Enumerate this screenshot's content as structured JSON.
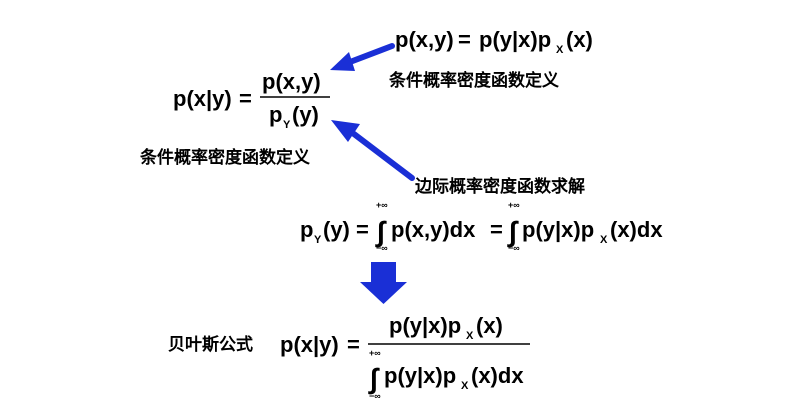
{
  "formulas": {
    "joint": {
      "lhs": "p(x,y)",
      "eq": "=",
      "rhs_main": "p(y|x)p",
      "rhs_sub": "X",
      "rhs_tail": "(x)"
    },
    "conditional": {
      "lhs": "p(x|y)",
      "eq": "=",
      "num": "p(x,y)",
      "den_main": "p",
      "den_sub": "Y",
      "den_tail": "(y)"
    },
    "marginal": {
      "lhs_main": "p",
      "lhs_sub": "Y",
      "lhs_tail": "(y)",
      "eq1": "=",
      "int_upper": "+∞",
      "int_lower": "−∞",
      "integrand1": "p(x,y)dx",
      "eq2": "=",
      "integrand2_main": "p(y|x)p",
      "integrand2_sub": "X",
      "integrand2_tail": "(x)dx"
    },
    "bayes": {
      "title": "贝叶斯公式",
      "lhs": "p(x|y)",
      "eq": "=",
      "num_main": "p(y|x)p",
      "num_sub": "X",
      "num_tail": "(x)",
      "int_upper": "+∞",
      "int_lower": "−∞",
      "den_main": "p(y|x)p",
      "den_sub": "X",
      "den_tail": "(x)dx"
    }
  },
  "labels": {
    "conditional_def_1": "条件概率密度函数定义",
    "conditional_def_2": "条件概率密度函数定义",
    "marginal_solution": "边际概率密度函数求解"
  },
  "colors": {
    "arrow": "#1a2fd6",
    "text": "#000000"
  },
  "icons": {
    "pointer_arrow": "arrow-icon",
    "down_arrow": "down-arrow-icon"
  }
}
